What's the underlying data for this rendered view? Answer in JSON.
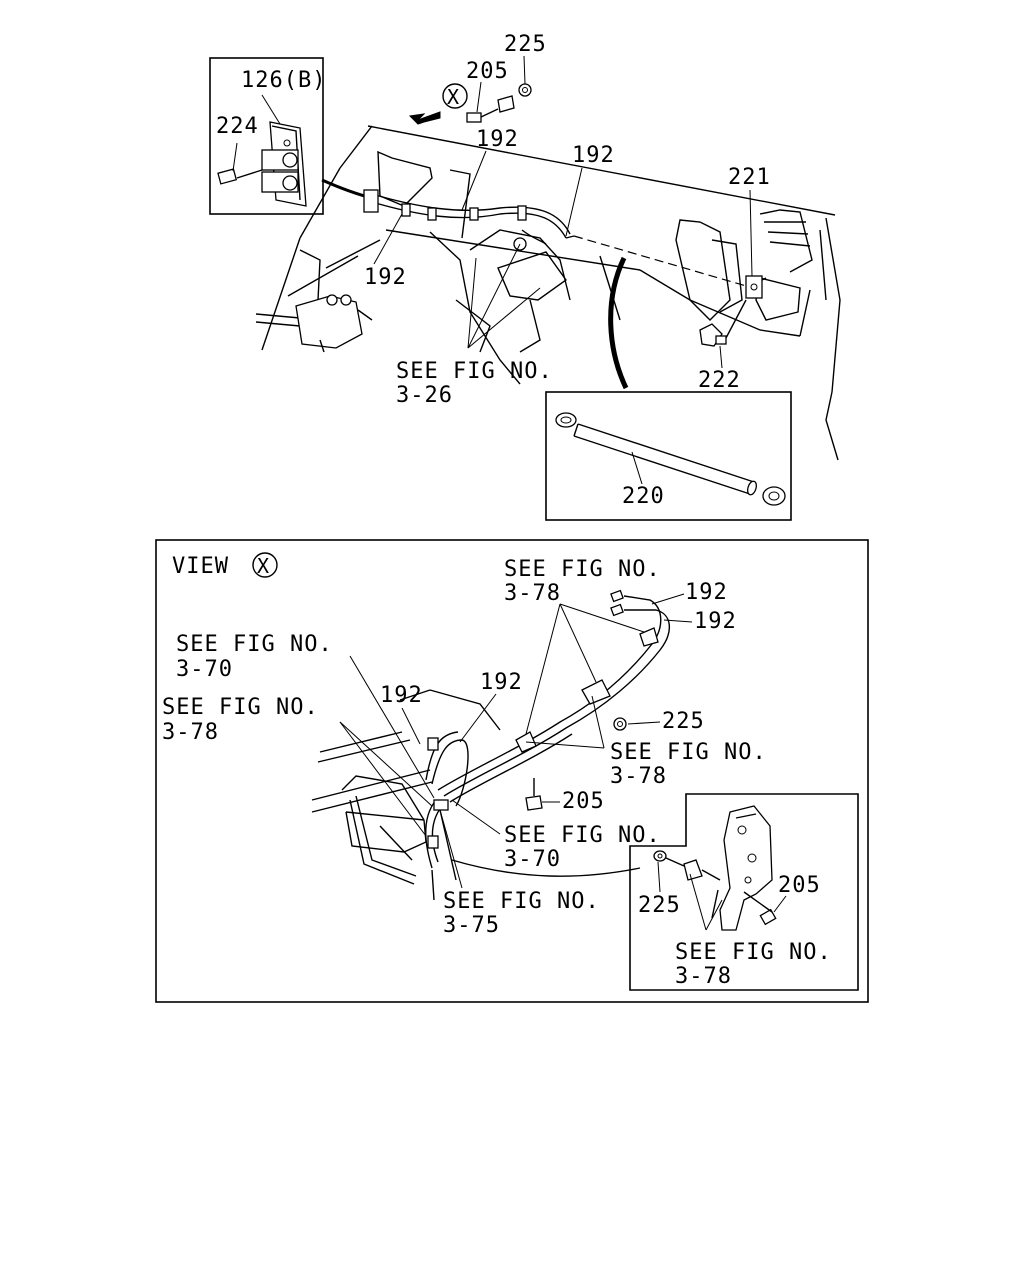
{
  "diagram": {
    "upper": {
      "view_marker": "X",
      "callouts": {
        "c225_top": "225",
        "c205_top": "205",
        "c126b": "126(B)",
        "c224": "224",
        "c192_a": "192",
        "c192_b": "192",
        "c192_c": "192",
        "c221": "221",
        "c222": "222",
        "c220": "220"
      },
      "ref_3_26": {
        "line1": "SEE FIG NO.",
        "line2": "3-26"
      }
    },
    "view_x": {
      "title": "VIEW",
      "marker": "X",
      "callouts": {
        "c192_r1": "192",
        "c192_r2": "192",
        "c192_m1": "192",
        "c192_m2": "192",
        "c225_mid": "225",
        "c205_mid": "205",
        "c225_inset": "225",
        "c205_inset": "205"
      },
      "refs": {
        "r3_78_top": {
          "line1": "SEE FIG NO.",
          "line2": "3-78"
        },
        "r3_70_left": {
          "line1": "SEE FIG NO.",
          "line2": "3-70"
        },
        "r3_78_left": {
          "line1": "SEE FIG NO.",
          "line2": "3-78"
        },
        "r3_78_right": {
          "line1": "SEE FIG NO.",
          "line2": "3-78"
        },
        "r3_70_center": {
          "line1": "SEE FIG NO.",
          "line2": "3-70"
        },
        "r3_75": {
          "line1": "SEE FIG NO.",
          "line2": "3-75"
        },
        "r3_78_inset": {
          "line1": "SEE FIG NO.",
          "line2": "3-78"
        }
      }
    }
  }
}
